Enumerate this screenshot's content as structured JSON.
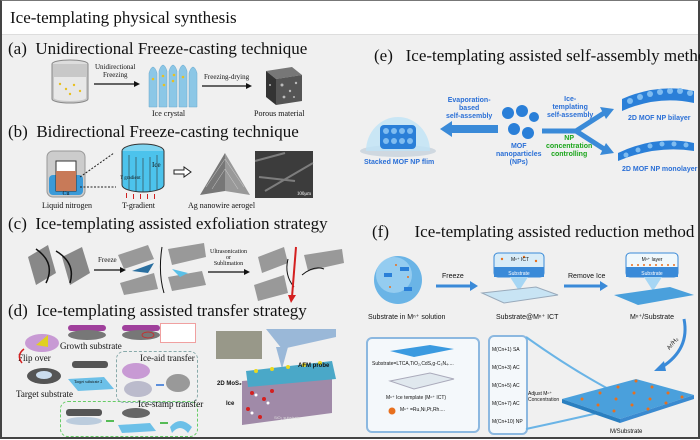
{
  "title": "Ice-templating physical synthesis",
  "panels": {
    "a": {
      "label": "(a)",
      "title": "Unidirectional Freeze-casting technique",
      "arrow1": "Unidirectional\nFreezing",
      "arrow1_line1": "Unidirectional",
      "arrow1_line2": "Freezing",
      "arrow2": "Freezing-drying",
      "caption_ice": "Ice crystal",
      "caption_porous": "Porous material"
    },
    "b": {
      "label": "(b)",
      "title": "Bidirectional Freeze-casting technique",
      "cu": "Cu",
      "ice": "Ice",
      "t_gradient_inner": "T gradient",
      "caption_ln2": "Liquid nitrogen",
      "caption_tgrad": "T-gradient",
      "caption_aerogel": "Ag nanowire aerogel",
      "scale_bar": "100μm"
    },
    "c": {
      "label": "(c)",
      "title": "Ice-templating assisted exfoliation strategy",
      "arrow1": "Freeze",
      "arrow2_line1": "Ultrasonication",
      "arrow2_line2": "or",
      "arrow2_line3": "Sublimation"
    },
    "d": {
      "label": "(d)",
      "title": "Ice-templating assisted transfer strategy",
      "flip_over": "Flip over",
      "growth_substrate": "Growth substrate",
      "target_substrate": "Target substrate",
      "target_substrate_2": "Target substrate 2",
      "ice_aid": "Ice-aid transfer",
      "ice_stamp": "Ice-stamp transfer",
      "afm_probe": "AFM probe",
      "mos2": "2D MoS₂",
      "ice": "Ice",
      "sio2": "SiO₂ substrate"
    },
    "e": {
      "label": "(e)",
      "title": "Ice-templating assisted self-assembly method",
      "evap_line1": "Evaporation-",
      "evap_line2": "based",
      "evap_line3": "self-assembly",
      "ice_line1": "Ice-",
      "ice_line2": "templating",
      "ice_line3": "self-assembly",
      "np_line1": "NP",
      "np_line2": "concentration",
      "np_line3": "controlling",
      "mof_line1": "MOF",
      "mof_line2": "nanoparticles",
      "mof_line3": "(NPs)",
      "stacked": "Stacked MOF NP flim",
      "bilayer": "2D MOF NP bilayer",
      "monolayer": "2D MOF NP monolayer"
    },
    "f": {
      "label": "(f)",
      "title": "Ice-templating assisted reduction method",
      "freeze": "Freeze",
      "remove_ice": "Remove Ice",
      "mict": "Mⁿ⁺ ICT",
      "substrate": "Substrate",
      "mlayer": "Mⁿ⁺ layer",
      "cap1": "Substrate in Mⁿ⁺ solution",
      "cap2": "Substrate@Mⁿ⁺ ICT",
      "cap3": "Mⁿ⁺/Substrate",
      "ar_h2": "Ar/H₂",
      "legend_substrate": "Substrate=LTCA,TiO₂,CdS,g-C₃N₄....",
      "legend_ict": "Mⁿ⁺ Ice template (Mⁿ⁺ ICT)",
      "legend_m": "Mⁿ⁺ =Ru,Ni,Pt,Rh....",
      "species": [
        "M(Cn+1) SA",
        "M(Cn+3) AC",
        "M(Cn+5) AC",
        "M(Cn+7) AC",
        "M(Cn+10) NP"
      ],
      "adjust_line1": "Adjust  Mⁿ⁺",
      "adjust_line2": "Concentration",
      "final": "M/Substrate"
    }
  },
  "colors": {
    "background": "#f0f0f0",
    "border": "#444444",
    "ice_blue": "#5ab4e8",
    "mof_blue": "#2a7fd8",
    "label_blue": "#2a6fd6",
    "label_green": "#1aa51a",
    "orange": "#e8701e",
    "purple": "#b983c4",
    "red_arrow": "#d42020"
  }
}
